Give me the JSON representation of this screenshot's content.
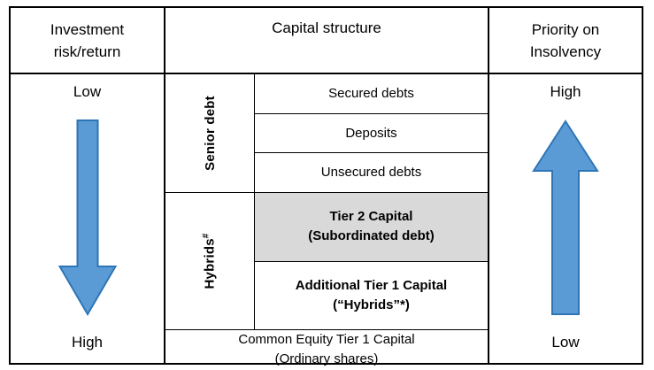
{
  "figure": {
    "columns": {
      "risk": {
        "header": [
          "Investment",
          "risk/return"
        ],
        "top_label": "Low",
        "bottom_label": "High",
        "arrow": "down-arrow-icon"
      },
      "capital": {
        "header": "Capital structure"
      },
      "priority": {
        "header": [
          "Priority on",
          "Insolvency"
        ],
        "top_label": "High",
        "bottom_label": "Low",
        "arrow": "up-arrow-icon"
      }
    },
    "groups": [
      {
        "label": "Senior debt",
        "label_superscript": "",
        "items": [
          {
            "lines": [
              "Secured debts"
            ],
            "bold": false,
            "shaded": false
          },
          {
            "lines": [
              "Deposits"
            ],
            "bold": false,
            "shaded": false
          },
          {
            "lines": [
              "Unsecured debts"
            ],
            "bold": false,
            "shaded": false
          }
        ]
      },
      {
        "label": "Hybrids",
        "label_superscript": "#",
        "items": [
          {
            "lines": [
              "Tier 2 Capital",
              "(Subordinated debt)"
            ],
            "bold": true,
            "shaded": true
          },
          {
            "lines": [
              "Additional Tier 1 Capital",
              "(“Hybrids”*)"
            ],
            "bold": true,
            "shaded": false
          }
        ]
      }
    ],
    "bottom_row": {
      "lines": [
        "Common Equity Tier 1 Capital",
        "(Ordinary shares)"
      ],
      "bold": false,
      "shaded": false
    },
    "colors": {
      "arrow_fill": "#5b9bd5",
      "arrow_stroke": "#2e75b6",
      "shaded_cell": "#d9d9d9",
      "border": "#000000",
      "text": "#000000"
    }
  }
}
